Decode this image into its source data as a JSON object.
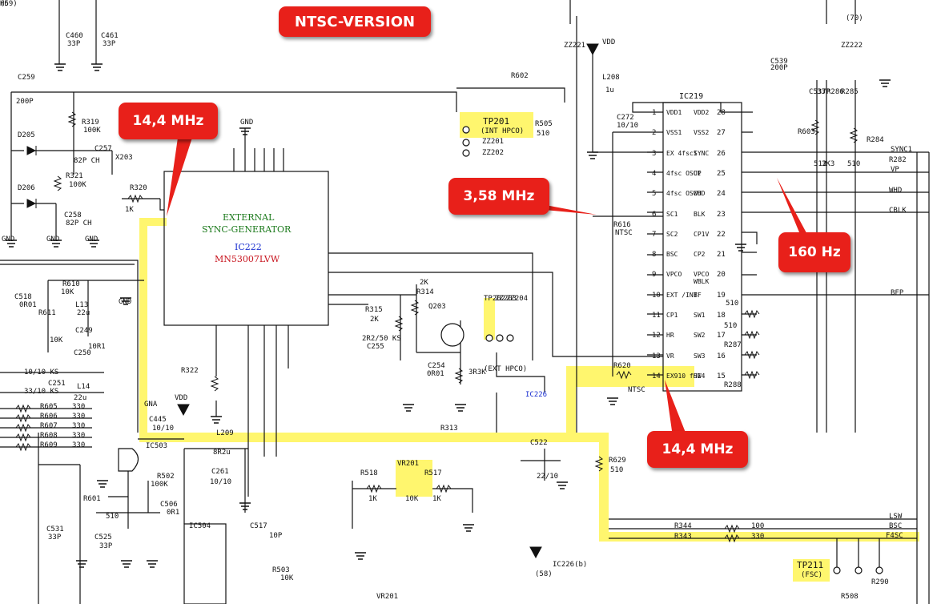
{
  "title": "NTSC-VERSION",
  "callouts": {
    "freq_14_4_a": "14,4 MHz",
    "freq_3_58": "3,58 MHz",
    "freq_160": "160 Hz",
    "freq_14_4_b": "14,4 MHz"
  },
  "ic222": {
    "line1": "EXTERNAL",
    "line2": "SYNC-GENERATOR",
    "ref": "IC222",
    "part": "MN53007LVW"
  },
  "ic219": {
    "ref": "IC219",
    "left_pins": [
      "VDD1",
      "VSS1",
      "EX 4fscI",
      "4fsc OSCI",
      "4fsc OSCO",
      "SC1",
      "SC2",
      "BSC",
      "VPCO",
      "EXT /INT",
      "CP1",
      "HR",
      "VR",
      "EX910 fHI"
    ],
    "right_pins": [
      "VDD2",
      "VSS2",
      "SYNC",
      "UP",
      "WHD",
      "BLK",
      "CP1V",
      "CP2",
      "VPCO WBLK",
      "BF",
      "SW1",
      "SW2",
      "SW3",
      "SW4"
    ],
    "left_nums": [
      "1",
      "2",
      "3",
      "4",
      "5",
      "6",
      "7",
      "8",
      "9",
      "10",
      "11",
      "12",
      "13",
      "14"
    ],
    "right_nums": [
      "28",
      "27",
      "26",
      "25",
      "24",
      "23",
      "22",
      "21",
      "20",
      "19",
      "18",
      "17",
      "16",
      "15"
    ]
  },
  "tp201": {
    "name": "TP201",
    "sub": "(INT HPCO)"
  },
  "tp211": {
    "name": "TP211",
    "sub": "(FSC)"
  },
  "signals": {
    "sync": "SYNC1",
    "vp": "VP",
    "whd": "WHD",
    "cblk": "CBLK",
    "bfp": "BFP",
    "lsw": "LSW",
    "bsc": "BSC",
    "fsc": "F4SC"
  },
  "parts": [
    "C460",
    "33P",
    "C461",
    "33P",
    "C259",
    "200P",
    "R319",
    "100K",
    "D205",
    "C257",
    "82P CH",
    "X203",
    "R321",
    "100K",
    "R320",
    "1K",
    "D206",
    "C258",
    "82P CH",
    "GND",
    "GND",
    "GND",
    "GND",
    "GND",
    "R610",
    "10K",
    "C518",
    "0R01",
    "R611",
    "10K",
    "L13",
    "22u",
    "C249",
    "10R1",
    "C250",
    "C251",
    "33/10 KS",
    "10/10 KS",
    "L14",
    "22u",
    "R605",
    "330",
    "R606",
    "330",
    "R607",
    "330",
    "R608",
    "330",
    "R609",
    "330",
    "IC503",
    "GNA",
    "VDD",
    "C445",
    "10/10",
    "R322",
    "L209",
    "8R2u",
    "C261",
    "10/10",
    "R502",
    "100K",
    "R601",
    "510",
    "C506",
    "0R1",
    "C531",
    "33P",
    "C525",
    "33P",
    "IC504",
    "C517",
    "10P",
    "R503",
    "10K",
    "R602",
    "R505",
    "510",
    "ZZ201",
    "ZZ202",
    "L208",
    "1u",
    "C272",
    "10/10",
    "VDD",
    "R616",
    "NTSC",
    "R315",
    "2K",
    "R314",
    "2K",
    "Q203",
    "C255",
    "2R2/50 KS",
    "C254",
    "0R01",
    "3R3K",
    "TP202",
    "ZZ203",
    "ZZ204",
    "(EXT HPCO)",
    "IC226",
    "R620",
    "NTSC",
    "R313",
    "C522",
    "22/10",
    "R629",
    "510",
    "R518",
    "1K",
    "VR201",
    "10K",
    "R517",
    "1K",
    "R344",
    "100",
    "R343",
    "330",
    "IC226(b)",
    "VR201",
    "C539",
    "200P",
    "C537",
    "33P",
    "R286",
    "R285",
    "R284",
    "R282",
    "R603",
    "512",
    "3K3",
    "510",
    "510",
    "510",
    "R287",
    "R288",
    "R508",
    "R290",
    "ZZ221",
    "ZZ222",
    "(70)",
    "(58)",
    "(59)",
    "H6"
  ]
}
